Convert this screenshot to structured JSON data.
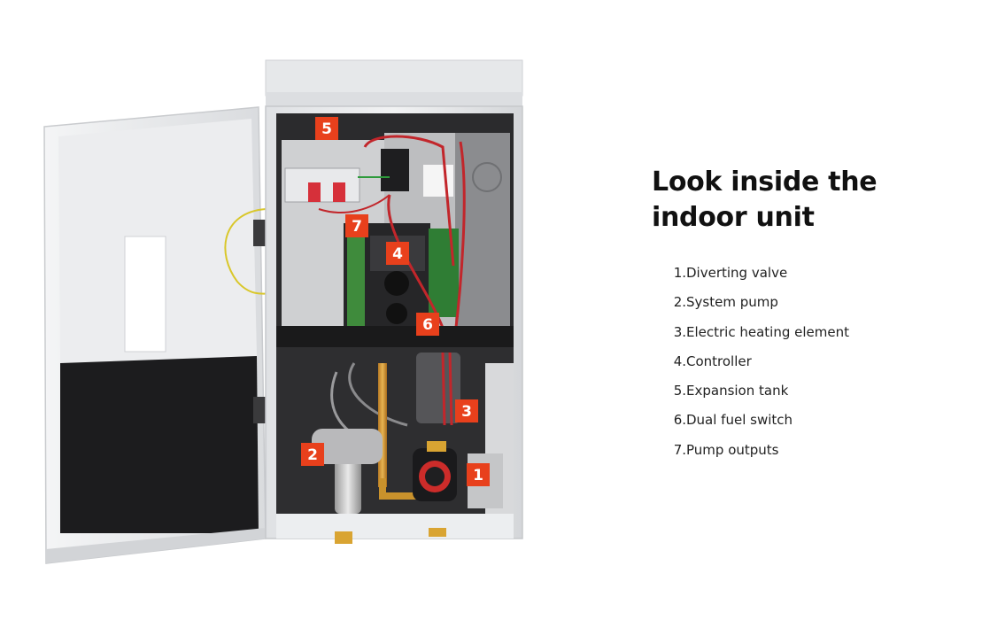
{
  "heading": "Look inside the indoor unit",
  "components": [
    {
      "number": "1.",
      "label": "Diverting valve"
    },
    {
      "number": "2.",
      "label": "System pump"
    },
    {
      "number": "3.",
      "label": "Electric heating element"
    },
    {
      "number": "4.",
      "label": "Controller"
    },
    {
      "number": "5.",
      "label": "Expansion tank"
    },
    {
      "number": "6.",
      "label": "Dual fuel switch"
    },
    {
      "number": "7.",
      "label": "Pump outputs"
    }
  ],
  "markers": {
    "m1": "1",
    "m2": "2",
    "m3": "3",
    "m4": "4",
    "m5": "5",
    "m6": "6",
    "m7": "7"
  },
  "colors": {
    "marker": "#e8401c",
    "cabinet": "#e9ebee",
    "interior": "#2b2b2d",
    "door_panel": "#1c1c1e"
  }
}
